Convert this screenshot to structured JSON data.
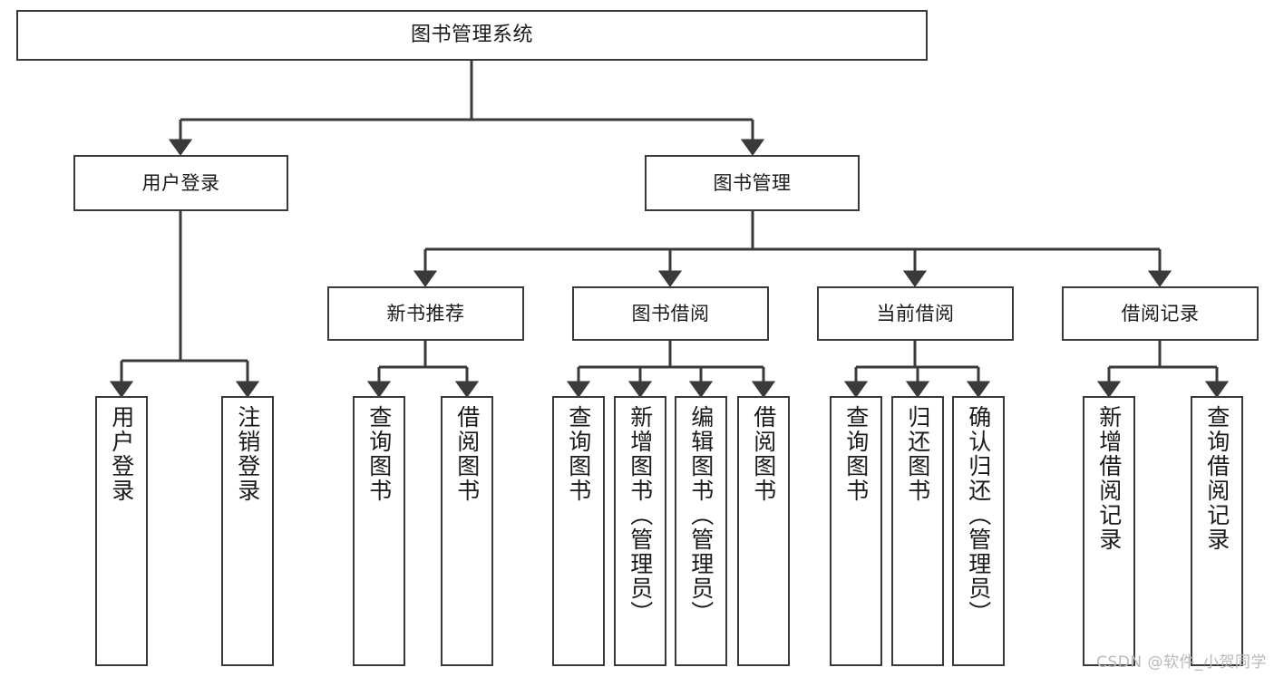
{
  "diagram": {
    "title": "图书管理系统",
    "type": "tree",
    "colors": {
      "box_border": "#3a3a3a",
      "box_fill": "#ffffff",
      "connector": "#3a3a3a",
      "background": "#ffffff",
      "watermark": "#b9b9b9"
    },
    "root": {
      "label": "图书管理系统"
    },
    "level1": [
      {
        "label": "用户登录"
      },
      {
        "label": "图书管理"
      }
    ],
    "level2": [
      {
        "label": "新书推荐"
      },
      {
        "label": "图书借阅"
      },
      {
        "label": "当前借阅"
      },
      {
        "label": "借阅记录"
      }
    ],
    "leaves": {
      "user_login": [
        {
          "label": "用户登录"
        },
        {
          "label": "注销登录"
        }
      ],
      "new_book_recommend": [
        {
          "label": "查询图书"
        },
        {
          "label": "借阅图书"
        }
      ],
      "book_borrow": [
        {
          "label": "查询图书"
        },
        {
          "label": "新增图书（管理员）"
        },
        {
          "label": "编辑图书（管理员）"
        },
        {
          "label": "借阅图书"
        }
      ],
      "current_borrow": [
        {
          "label": "查询图书"
        },
        {
          "label": "归还图书"
        },
        {
          "label": "确认归还（管理员）"
        }
      ],
      "borrow_records": [
        {
          "label": "新增借阅记录"
        },
        {
          "label": "查询借阅记录"
        }
      ]
    },
    "watermark": "CSDN @软件_小贺同学"
  }
}
